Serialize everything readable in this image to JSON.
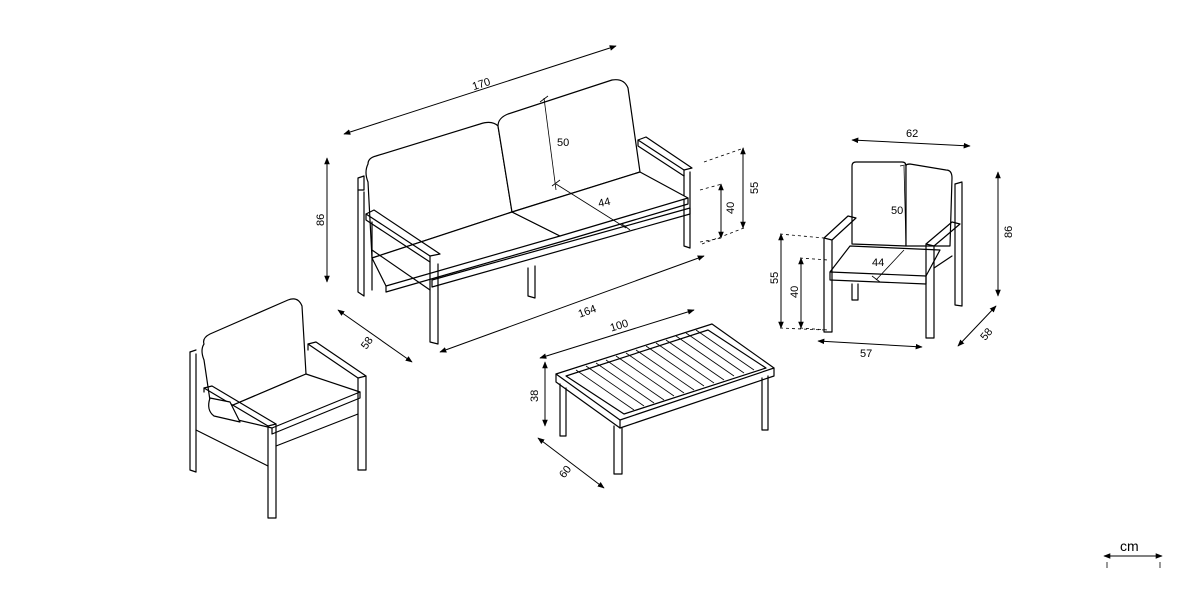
{
  "unit": "cm",
  "sofa": {
    "width_total": "170",
    "width_seat": "164",
    "depth": "58",
    "height_total": "86",
    "back_height": "50",
    "seat_depth": "44",
    "seat_height": "40",
    "arm_height": "55"
  },
  "chair_right": {
    "width_total": "62",
    "width_seat": "57",
    "depth": "58",
    "height_total": "86",
    "back_height": "50",
    "seat_depth": "44",
    "seat_height": "40",
    "arm_height": "55"
  },
  "table": {
    "length": "100",
    "width": "60",
    "height": "38"
  }
}
